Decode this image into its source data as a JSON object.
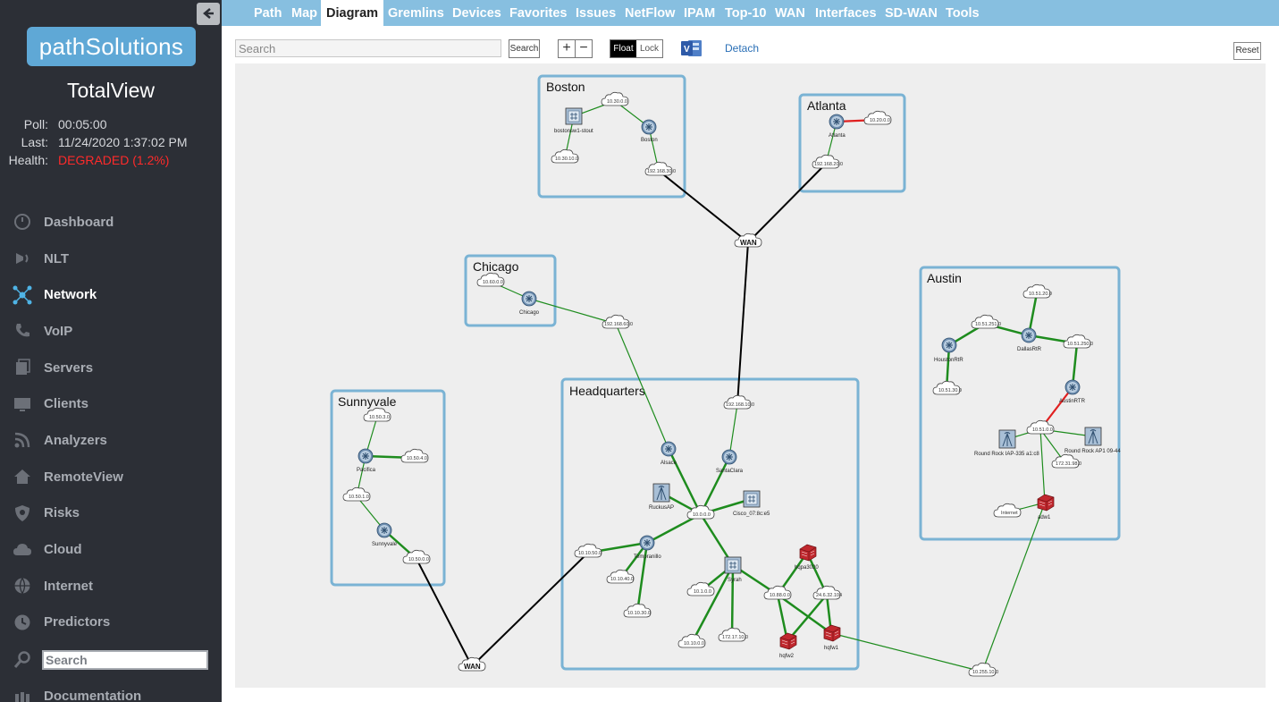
{
  "sidebar": {
    "logo_text": "pathSolutions",
    "app_title": "TotalView",
    "stats": [
      {
        "label": "Poll:",
        "value": "00:05:00",
        "status": "normal"
      },
      {
        "label": "Last:",
        "value": "11/24/2020 1:37:02 PM",
        "status": "normal"
      },
      {
        "label": "Health:",
        "value": "DEGRADED (1.2%)",
        "status": "bad"
      }
    ],
    "nav": [
      {
        "label": "Dashboard",
        "icon": "dashboard-icon"
      },
      {
        "label": "NLT",
        "icon": "nlt-icon"
      },
      {
        "label": "Network",
        "icon": "network-icon",
        "active": true
      },
      {
        "label": "VoIP",
        "icon": "phone-icon"
      },
      {
        "label": "Servers",
        "icon": "servers-icon"
      },
      {
        "label": "Clients",
        "icon": "monitor-icon"
      },
      {
        "label": "Analyzers",
        "icon": "rss-icon"
      },
      {
        "label": "RemoteView",
        "icon": "home-icon"
      },
      {
        "label": "Risks",
        "icon": "shield-icon"
      },
      {
        "label": "Cloud",
        "icon": "cloud-icon"
      },
      {
        "label": "Internet",
        "icon": "globe-icon"
      },
      {
        "label": "Predictors",
        "icon": "clock-icon"
      }
    ],
    "search_placeholder": "Search",
    "documentation_label": "Documentation"
  },
  "topnav": {
    "tabs": [
      "Path",
      "Map",
      "Diagram",
      "Gremlins",
      "Devices",
      "Favorites",
      "Issues",
      "NetFlow",
      "IPAM",
      "Top-10",
      "WAN",
      "Interfaces",
      "SD-WAN",
      "Tools"
    ],
    "active": "Diagram"
  },
  "toolbar": {
    "search_placeholder": "Search",
    "search_button": "Search",
    "zoom_in": "+",
    "zoom_out": "−",
    "float_label": "Float",
    "lock_label": "Lock",
    "detach_label": "Detach",
    "reset_label": "Reset"
  },
  "diagram": {
    "groups": [
      "Boston",
      "Atlanta",
      "Chicago",
      "Austin",
      "Sunnyvale",
      "Headquarters"
    ],
    "wan_label": "WAN",
    "routers": [
      "Boston",
      "Atlanta",
      "Chicago",
      "Pacifica",
      "Sunnyvale",
      "Alsace",
      "SantaClara",
      "Tempranillo",
      "HoustonRtR",
      "DallasRtR",
      "AustinRTR"
    ],
    "switches": [
      "bostonsw1-stout",
      "Cisco_07:8c:e5",
      "Syrah"
    ],
    "access_points": [
      "RuckusAP",
      "Round Rock IAP-335 a1:c8",
      "Round Rock AP1 09-44"
    ],
    "firewalls": [
      "hqpa3020",
      "hqfw2",
      "hqfw1",
      "adw1"
    ],
    "networks": [
      "10.30.0.0",
      "10.30.10.0",
      "192.168.30.0",
      "10.20.0.0",
      "192.168.20.0",
      "10.60.0.0",
      "192.168.60.0",
      "10.50.3.0",
      "10.50.4.0",
      "10.50.1.0",
      "10.50.0.0",
      "192.168.10.0",
      "10.0.0.0",
      "10.10.50.0",
      "10.10.40.0",
      "10.10.30.0",
      "10.1.0.0",
      "10.10.0.0",
      "172.17.10.0",
      "10.88.0.0",
      "24.6.32.104",
      "10.51.20.0",
      "10.51.251.0",
      "10.51.250.0",
      "10.51.30.0",
      "10.51.0.0",
      "172.31.98.0",
      "Internet",
      "10.255.10.0"
    ],
    "colors": {
      "group_border": "#7ab3d4",
      "link_ok": "#1e8c1e",
      "link_bad": "#e02020",
      "wan_link": "#000000",
      "firewall": "#c0282e",
      "router": "#5a7fa0"
    }
  }
}
